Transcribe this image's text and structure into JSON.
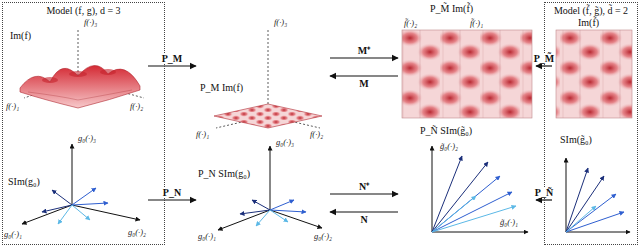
{
  "diagram": {
    "nodes": [
      {
        "text": [
          "Model (f, g), d = 3"
        ]
      },
      {
        "text": [
          "Im(f)"
        ],
        "in": 0
      },
      {
        "text": [
          "SIm(g₀)"
        ],
        "in": 0
      },
      {
        "text": [
          "P_M Im(f)"
        ]
      },
      {
        "text": [
          "P_N SIm(g₀)"
        ]
      },
      {
        "text": [
          "P_M̃ Im(f̃)"
        ]
      },
      {
        "text": [
          "P_Ñ SIm(g̃₀)"
        ]
      },
      {
        "text": [
          "Model (f̃, g̃), d̃ = 2"
        ]
      },
      {
        "text": [
          "Im(f̃)"
        ],
        "in": 7
      },
      {
        "text": [
          "SIm(g̃₀)"
        ],
        "in": 7
      }
    ],
    "edges": [
      {
        "from": 1,
        "to": 3,
        "label": "P_M",
        "arrow": "to"
      },
      {
        "from": 3,
        "to": 5,
        "label": "M⁺",
        "arrow": "to"
      },
      {
        "from": 5,
        "to": 3,
        "label": "M",
        "arrow": "to"
      },
      {
        "from": 8,
        "to": 5,
        "label": "P_M̃",
        "arrow": "to"
      },
      {
        "from": 2,
        "to": 4,
        "label": "P_N",
        "arrow": "to"
      },
      {
        "from": 4,
        "to": 6,
        "label": "N⁺",
        "arrow": "to"
      },
      {
        "from": 6,
        "to": 4,
        "label": "N",
        "arrow": "to"
      },
      {
        "from": 9,
        "to": 6,
        "label": "P_Ñ",
        "arrow": "to"
      }
    ],
    "labels": [
      "f(·)₃",
      "f(·)₁",
      "f(·)₂",
      "f(·)₃",
      "f(·)₁",
      "f(·)₂",
      "f̃(·)₁",
      "f̃(·)₂",
      "g₀(·)₃",
      "g₀(·)₁",
      "g₀(·)₂",
      "g₀(·)₃",
      "g₀(·)₁",
      "g₀(·)₂",
      "g̃₀(·)₂",
      "g̃₀(·)₁"
    ]
  }
}
